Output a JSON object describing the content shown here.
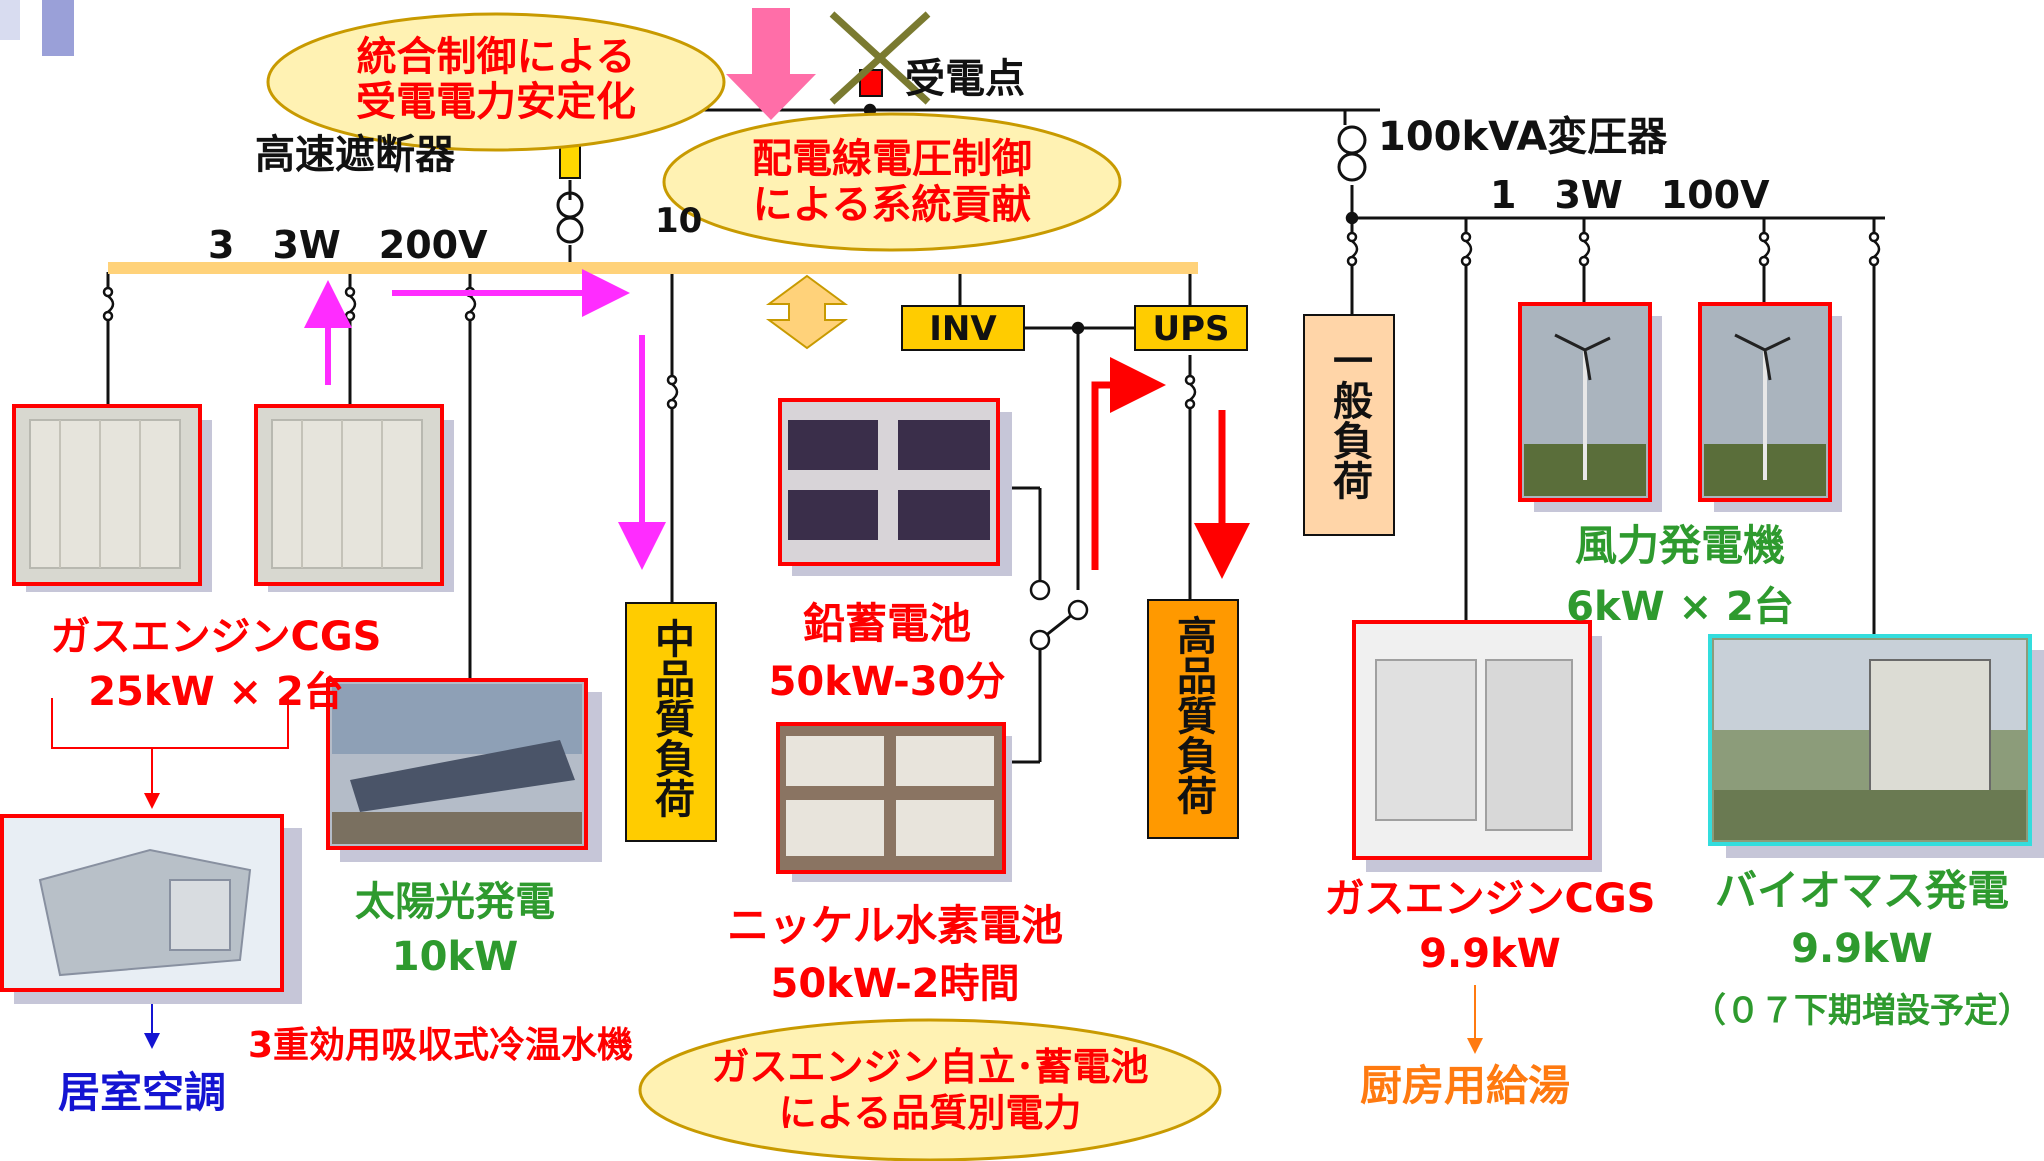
{
  "colors": {
    "red": "#ff0000",
    "green": "#2e9a2e",
    "blue": "#1414d2",
    "orange": "#ff7a10",
    "magenta": "#ff2cff",
    "bus": "#ffd27a",
    "callout_fill": "#fff2b3",
    "callout_stroke": "#c89a00",
    "box_yellow": "#ffcc00",
    "box_orange": "#ff9900",
    "box_peach": "#ffd5a8",
    "frame_cyan": "#33dddd"
  },
  "callouts": {
    "integrated_control": [
      "統合制御による",
      "受電電力安定化"
    ],
    "line_voltage": [
      "配電線電圧制御",
      "による系統貢献"
    ],
    "quality_power": [
      "ガスエンジン自立･蓄電池",
      "による品質別電力"
    ]
  },
  "labels": {
    "receiving_point": "受電点",
    "fast_breaker": "高速遮断器",
    "transformer_100kva": "100kVA変圧器",
    "bus_left": "3　3W　200V",
    "bus_right": "1　3W　100V",
    "partial_digit": "10",
    "inv": "INV",
    "ups": "UPS",
    "mid_quality_load": "中品質負荷",
    "high_quality_load": "高品質負荷",
    "general_load": "一般負荷"
  },
  "equipment": {
    "gas_cgs_left": {
      "name": "ガスエンジンCGS",
      "spec": "25kW × 2台"
    },
    "solar": {
      "name": "太陽光発電",
      "spec": "10kW"
    },
    "lead_battery": {
      "name": "鉛蓄電池",
      "spec": "50kW-30分"
    },
    "nimh_battery": {
      "name": "ニッケル水素電池",
      "spec": "50kW-2時間"
    },
    "wind": {
      "name": "風力発電機",
      "spec": "6kW × 2台"
    },
    "gas_cgs_right": {
      "name": "ガスエンジンCGS",
      "spec": "9.9kW"
    },
    "biomass": {
      "name": "バイオマス発電",
      "spec": "9.9kW",
      "note": "（０７下期増設予定）"
    },
    "chiller": {
      "name": "3重効用吸収式冷温水機"
    }
  },
  "outputs": {
    "room_ac": "居室空調",
    "kitchen_hot_water": "厨房用給湯"
  }
}
